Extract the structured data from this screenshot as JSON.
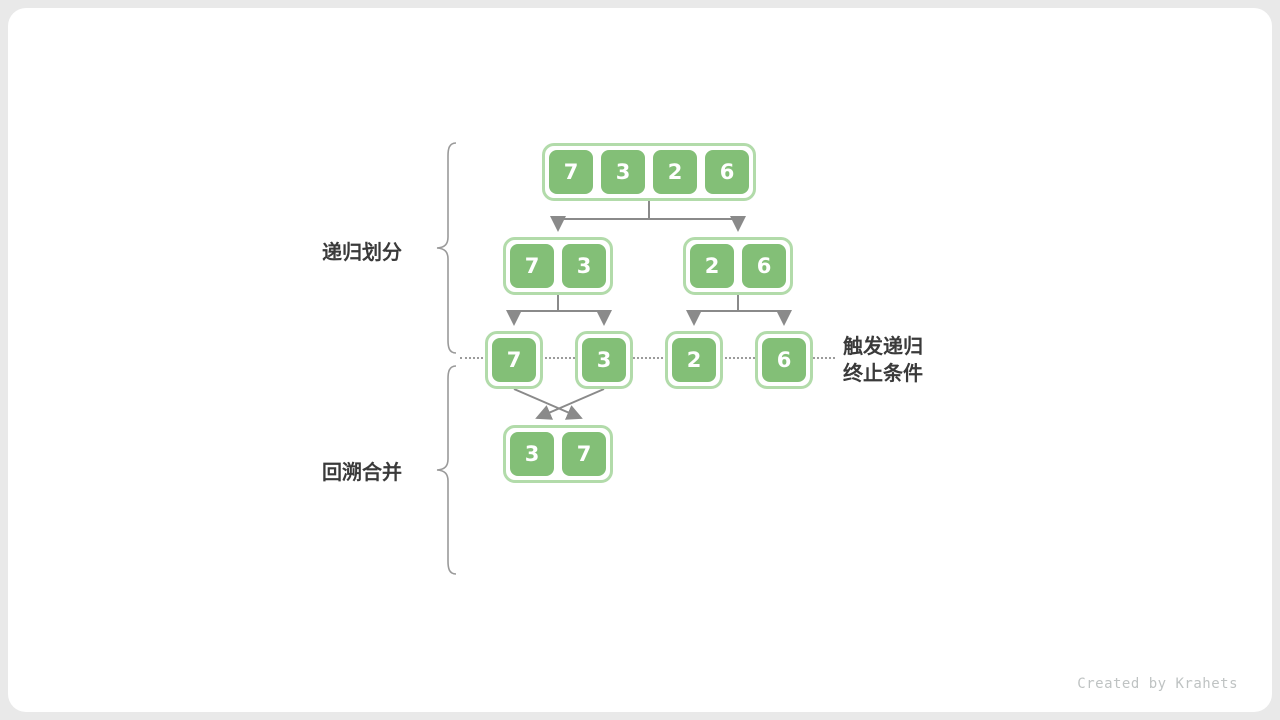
{
  "labels": {
    "recursive_divide": "递归划分",
    "backtrack_merge": "回溯合并",
    "termination_line1": "触发递归",
    "termination_line2": "终止条件",
    "credit": "Created by Krahets"
  },
  "colors": {
    "cell_fill": "#83bf77",
    "group_border": "#b2dbaa",
    "arrow": "#8a8a8a",
    "label_text": "#3a3a3a",
    "credit_text": "#bfc3c3"
  },
  "tree": {
    "level1": [
      "7",
      "3",
      "2",
      "6"
    ],
    "level2_left": [
      "7",
      "3"
    ],
    "level2_right": [
      "2",
      "6"
    ],
    "level3": [
      "7",
      "3",
      "2",
      "6"
    ],
    "level4": [
      "3",
      "7"
    ]
  }
}
